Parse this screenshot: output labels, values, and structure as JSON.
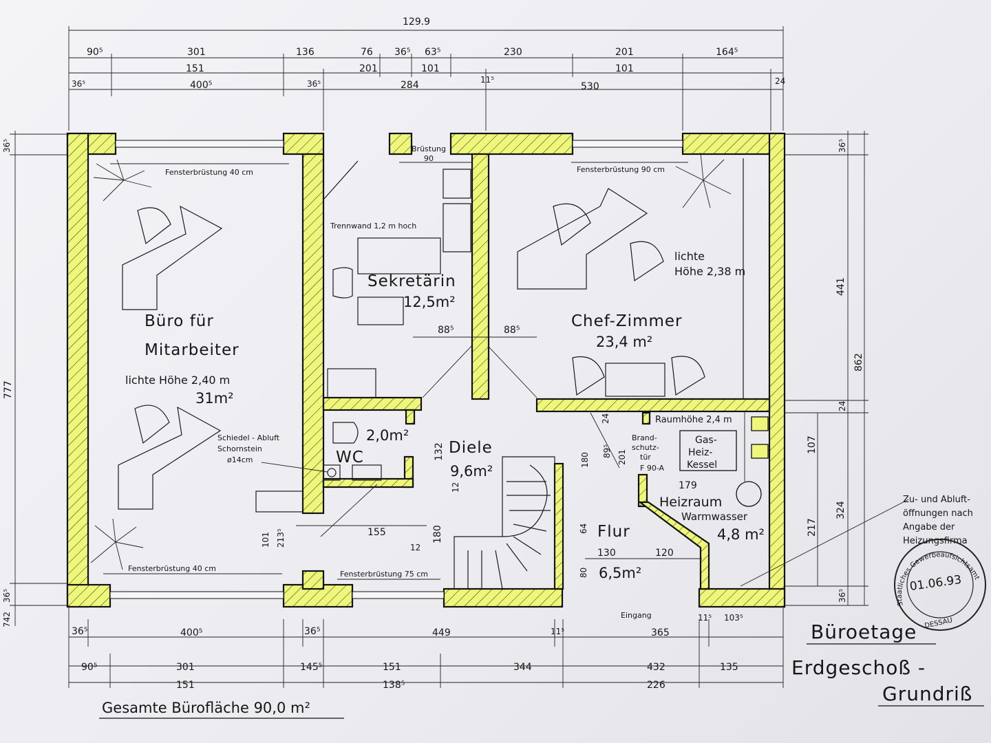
{
  "dimensions": {
    "top_total": "129.9",
    "top_row1": [
      "90⁵",
      "301",
      "136",
      "76",
      "36⁵",
      "63⁵",
      "230",
      "201",
      "164⁵"
    ],
    "top_row2": [
      "151",
      "201",
      "101",
      "101"
    ],
    "top_row3": [
      "36⁵",
      "400⁵",
      "36⁵",
      "284",
      "11⁵",
      "530",
      "24"
    ],
    "bottom_row1": [
      "36⁵",
      "400⁵",
      "36⁵",
      "449",
      "11⁵",
      "365",
      "11⁵",
      "103⁵"
    ],
    "bottom_row2": [
      "90⁵",
      "301",
      "145⁵",
      "151",
      "344",
      "432",
      "135"
    ],
    "bottom_row3": [
      "151",
      "138⁵",
      "226"
    ],
    "left": [
      "36⁵",
      "777",
      "36⁵",
      "742"
    ],
    "right": [
      "36⁵",
      "441",
      "862",
      "24",
      "107",
      "324",
      "217",
      "36⁵"
    ],
    "interior": [
      "88⁵",
      "88⁵",
      "132",
      "12",
      "155",
      "12",
      "180",
      "101",
      "213⁵",
      "24",
      "89⁵",
      "201",
      "180",
      "64",
      "130",
      "120",
      "179",
      "80"
    ]
  },
  "rooms": {
    "buero_name_1": "Büro für",
    "buero_name_2": "Mitarbeiter",
    "buero_height": "lichte Höhe 2,40 m",
    "buero_area": "31m²",
    "sekretaerin_name": "Sekretärin",
    "sekretaerin_area": "12,5m²",
    "chef_name": "Chef-Zimmer",
    "chef_area": "23,4 m²",
    "chef_height_1": "lichte",
    "chef_height_2": "Höhe 2,38 m",
    "wc_name": "WC",
    "wc_area": "2,0m²",
    "diele_name": "Diele",
    "diele_area": "9,6m²",
    "flur_name": "Flur",
    "flur_area": "6,5m²",
    "heizraum_name": "Heizraum",
    "heizraum_sub": "Warmwasser",
    "heizraum_area": "4,8 m²"
  },
  "notes": {
    "fenster_40_top": "Fensterbrüstung 40 cm",
    "fenster_90_top": "Fensterbrüstung 90 cm",
    "bruestung": "Brüstung",
    "bruestung_90": "90",
    "trennwand": "Trennwand 1,2 m hoch",
    "fenster_40_bottom": "Fensterbrüstung 40 cm",
    "fenster_75": "Fensterbrüstung 75 cm",
    "schiedel_1": "Schiedel - Abluft",
    "schiedel_2": "Schornstein",
    "schiedel_3": "ø14cm",
    "raumhoehe": "Raumhöhe 2,4 m",
    "brand_1": "Brand-",
    "brand_2": "schutz-",
    "brand_3": "tür",
    "brand_4": "F 90-A",
    "gas_1": "Gas-",
    "gas_2": "Heiz-",
    "gas_3": "Kessel",
    "eingang": "Eingang",
    "zu_1": "Zu- und Abluft-",
    "zu_2": "öffnungen nach",
    "zu_3": "Angabe der",
    "zu_4": "Heizungsfirma"
  },
  "stamp": {
    "ring_top": "Staatliches Gewerbeaufsichtsamt",
    "date": "01.06.93",
    "city": "DESSAU"
  },
  "titles": {
    "line1": "Büroetage",
    "line2": "Erdgeschoß -",
    "line3": "Grundriß",
    "total": "Gesamte Bürofläche  90,0 m²"
  },
  "colors": {
    "highlight": "#eef77a",
    "ink": "#111111"
  }
}
